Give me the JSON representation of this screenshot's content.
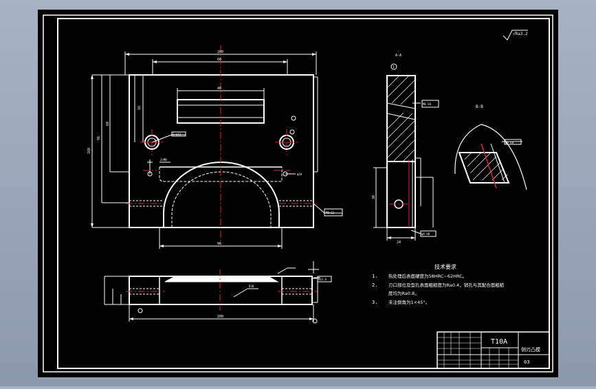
{
  "sheet": {
    "background": "#000000",
    "line_color": "#ffffff",
    "center_line_color": "#e0262b",
    "viewport_color": "#9aa6b8"
  },
  "roughness": {
    "symbol_label": "√Ra3.2"
  },
  "section_labels": {
    "aa": "A-A",
    "bb": "B-B",
    "marker_1": "1"
  },
  "dimensions": {
    "top_width": "200",
    "inner_width": "60",
    "slot_width": "40",
    "left_height": "160",
    "left_mid": "96",
    "left_low": "60",
    "left_small": "16",
    "bottom_width": "96",
    "base_width": "200",
    "side_depth": "24",
    "side_height": "30"
  },
  "callouts": {
    "hole_left": "2×φ12",
    "hole_right": "φ10",
    "side_hole": "M8×12",
    "aa_callout": "M6 E8",
    "bb_callout": "φ6 E8",
    "bb_callout2": "φ4 H8",
    "bottom_left": "2×M8",
    "bottom_right": "Ra1.6",
    "arc_mark": "R30"
  },
  "tech_notes": {
    "title": "技术要求",
    "items": [
      {
        "num": "1.",
        "text": "热处理后表面硬度为58HRC~62HRC。"
      },
      {
        "num": "2.",
        "text": "刃口部位及型孔表面粗糙度为Ra0.4，销孔与其配合面粗糙"
      },
      {
        "num": "",
        "text": "度均为Ra0.8。"
      },
      {
        "num": "3.",
        "text": "未注倒角为1×45°。"
      }
    ]
  },
  "title_block": {
    "material": "T10A",
    "part_name": "侧刃凸模",
    "drawing_no": "03"
  }
}
